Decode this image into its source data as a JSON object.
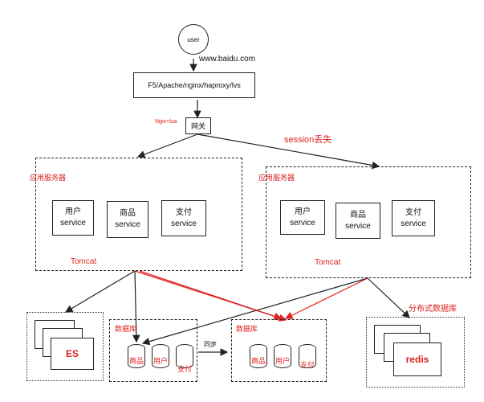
{
  "user": {
    "label": "user",
    "url": "www.baidu.com"
  },
  "lb": {
    "label": "F5/Apache/nginx/haproxy/lvs",
    "note": "Ngix+lua"
  },
  "gateway": {
    "label": "网关"
  },
  "session_note": "session丢失",
  "server_left": {
    "title": "应用服务器",
    "footer": "Tomcat",
    "services": [
      {
        "line1": "用户",
        "line2": "service"
      },
      {
        "line1": "商品",
        "line2": "service"
      },
      {
        "line1": "支付",
        "line2": "service"
      }
    ]
  },
  "server_right": {
    "title": "应用服务器",
    "footer": "Tomcat",
    "services": [
      {
        "line1": "用户",
        "line2": "service"
      },
      {
        "line1": "商品",
        "line2": "service"
      },
      {
        "line1": "支付",
        "line2": "service"
      }
    ]
  },
  "es": {
    "label": "ES"
  },
  "db_left": {
    "title": "数据库",
    "tables": [
      "商品",
      "用户",
      "支付"
    ]
  },
  "db_right": {
    "title": "数据库",
    "tables": [
      "商品",
      "用户",
      "支付"
    ]
  },
  "sync_label": "同步",
  "distributed_db": {
    "label": "分布式数据库"
  },
  "redis": {
    "label": "redis"
  },
  "colors": {
    "accent": "#e02020",
    "line": "#222222"
  }
}
